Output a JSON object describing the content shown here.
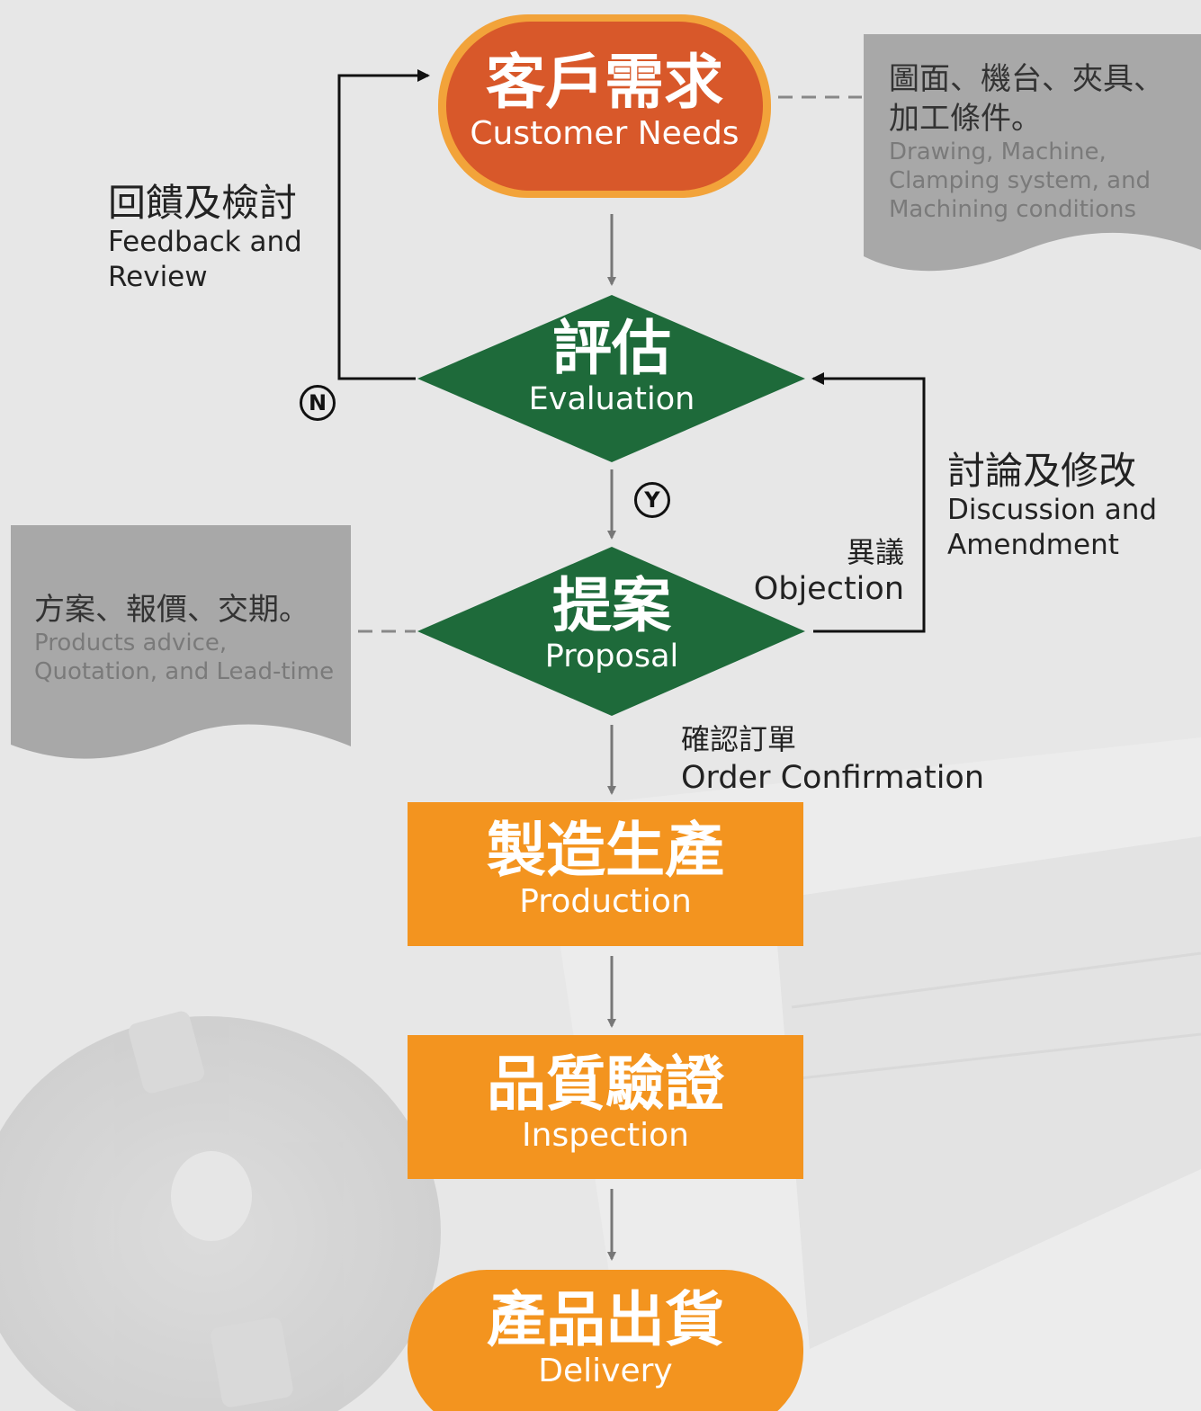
{
  "nodes": {
    "customer_needs": {
      "zh": "客戶需求",
      "en": "Customer Needs"
    },
    "evaluation": {
      "zh": "評估",
      "en": "Evaluation"
    },
    "proposal": {
      "zh": "提案",
      "en": "Proposal"
    },
    "production": {
      "zh": "製造生產",
      "en": "Production"
    },
    "inspection": {
      "zh": "品質驗證",
      "en": "Inspection"
    },
    "delivery": {
      "zh": "產品出貨",
      "en": "Delivery"
    }
  },
  "labels": {
    "feedback": {
      "zh": "回饋及檢討",
      "en1": "Feedback and",
      "en2": "Review"
    },
    "discussion": {
      "zh": "討論及修改",
      "en1": "Discussion and",
      "en2": "Amendment"
    },
    "objection": {
      "zh": "異議",
      "en": "Objection"
    },
    "order": {
      "zh": "確認訂單",
      "en": "Order Confirmation"
    },
    "no_marker": "N",
    "yes_marker": "Y"
  },
  "notes": {
    "requirements": {
      "zh1": "圖面、機台、夾具、",
      "zh2": "加工條件。",
      "en1": "Drawing, Machine,",
      "en2": "Clamping system, and",
      "en3": "Machining conditions"
    },
    "offer": {
      "zh": "方案、報價、交期。",
      "en1": "Products advice,",
      "en2": "Quotation, and Lead-time"
    }
  },
  "colors": {
    "start_fill": "#d8582a",
    "start_border": "#f2a33a",
    "decision_fill": "#1e6a3a",
    "process_fill": "#f3941f",
    "note_fill": "#a8a8a8",
    "arrow": "#777777",
    "loop_line": "#111111"
  }
}
